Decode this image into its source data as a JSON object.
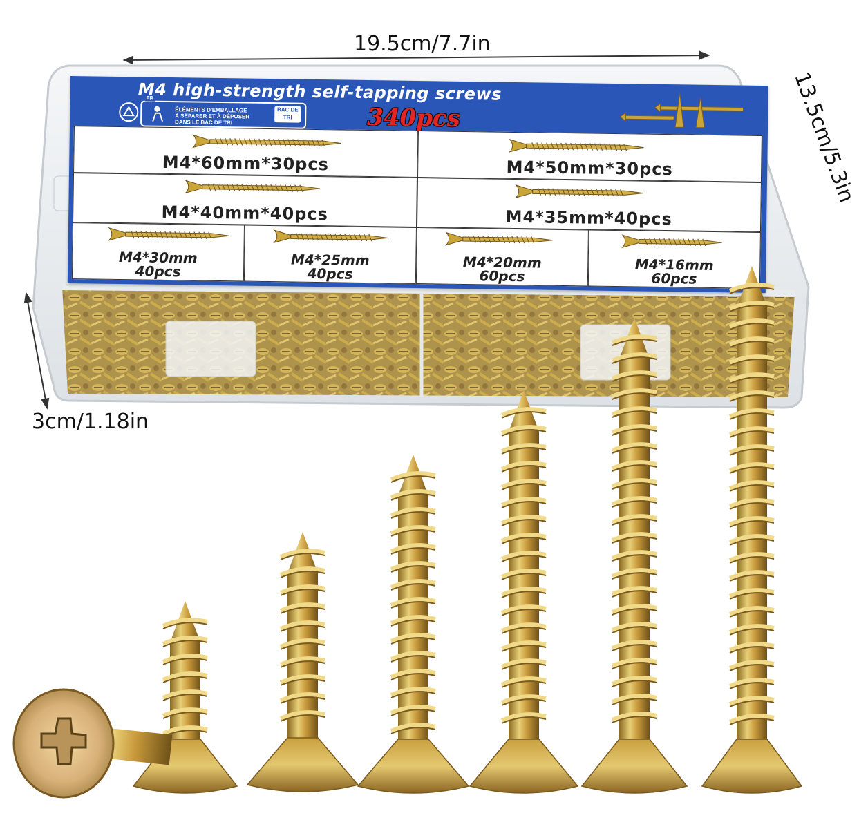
{
  "dimensions": {
    "width_label": "19.5cm/7.7in",
    "depth_label": "13.5cm/5.3in",
    "height_label": "3cm/1.18in"
  },
  "card": {
    "title": "M4 high-strength self-tapping screws",
    "count": "340pcs",
    "recycling": {
      "country": "FR",
      "line1": "ÉLÉMENTS D'EMBALLAGE",
      "line2": "À SÉPARER ET À DÉPOSER",
      "line3": "DANS LE BAC DE TRI",
      "bin": "BAC DE TRI"
    }
  },
  "compartments": [
    {
      "size": "M4*60mm*30pcs"
    },
    {
      "size": "M4*50mm*30pcs"
    },
    {
      "size": "M4*40mm*40pcs"
    },
    {
      "size": "M4*35mm*40pcs"
    },
    {
      "size": "M4*30mm",
      "qty": "40pcs"
    },
    {
      "size": "M4*25mm",
      "qty": "40pcs"
    },
    {
      "size": "M4*20mm",
      "qty": "60pcs"
    },
    {
      "size": "M4*16mm",
      "qty": "60pcs"
    }
  ],
  "colors": {
    "card_blue": "#2a56b7",
    "count_red": "#e52525",
    "screw_gold": "#c9a53a"
  }
}
